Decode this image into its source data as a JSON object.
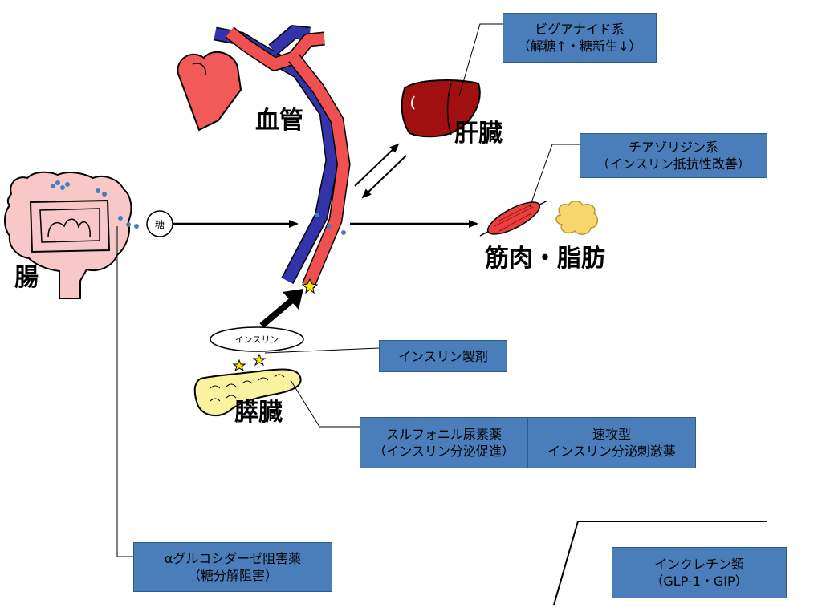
{
  "organs": {
    "vessel": "血管",
    "liver": "肝臓",
    "muscle_fat": "筋肉・脂肪",
    "intestine": "腸",
    "pancreas": "膵臓"
  },
  "markers": {
    "sugar": "糖",
    "insulin": "インスリン"
  },
  "drugs": {
    "biguanide": [
      "ビグアナイド系",
      "（解糖↑・糖新生↓）"
    ],
    "thiazolidine": [
      "チアゾリジン系",
      "（インスリン抵抗性改善）"
    ],
    "insulin_prep": [
      "インスリン製剤"
    ],
    "sulfonylurea": [
      "スルフォニル尿素薬",
      "（インスリン分泌促進）"
    ],
    "rapid": [
      "速攻型",
      "インスリン分泌刺激薬"
    ],
    "alpha_gi": [
      "αグルコシダーゼ阻害薬",
      "（糖分解阻害）"
    ],
    "incretin": [
      "インクレチン類",
      "（GLP-1・GIP）"
    ]
  },
  "colors": {
    "box_fill": "#4a7ebb",
    "artery": "#f05050",
    "vein": "#3333aa",
    "intestine": "#f8c8c8",
    "pancreas": "#f9f3a0",
    "liver": "#a01010",
    "muscle": "#e84040",
    "fat": "#f7d66b"
  }
}
